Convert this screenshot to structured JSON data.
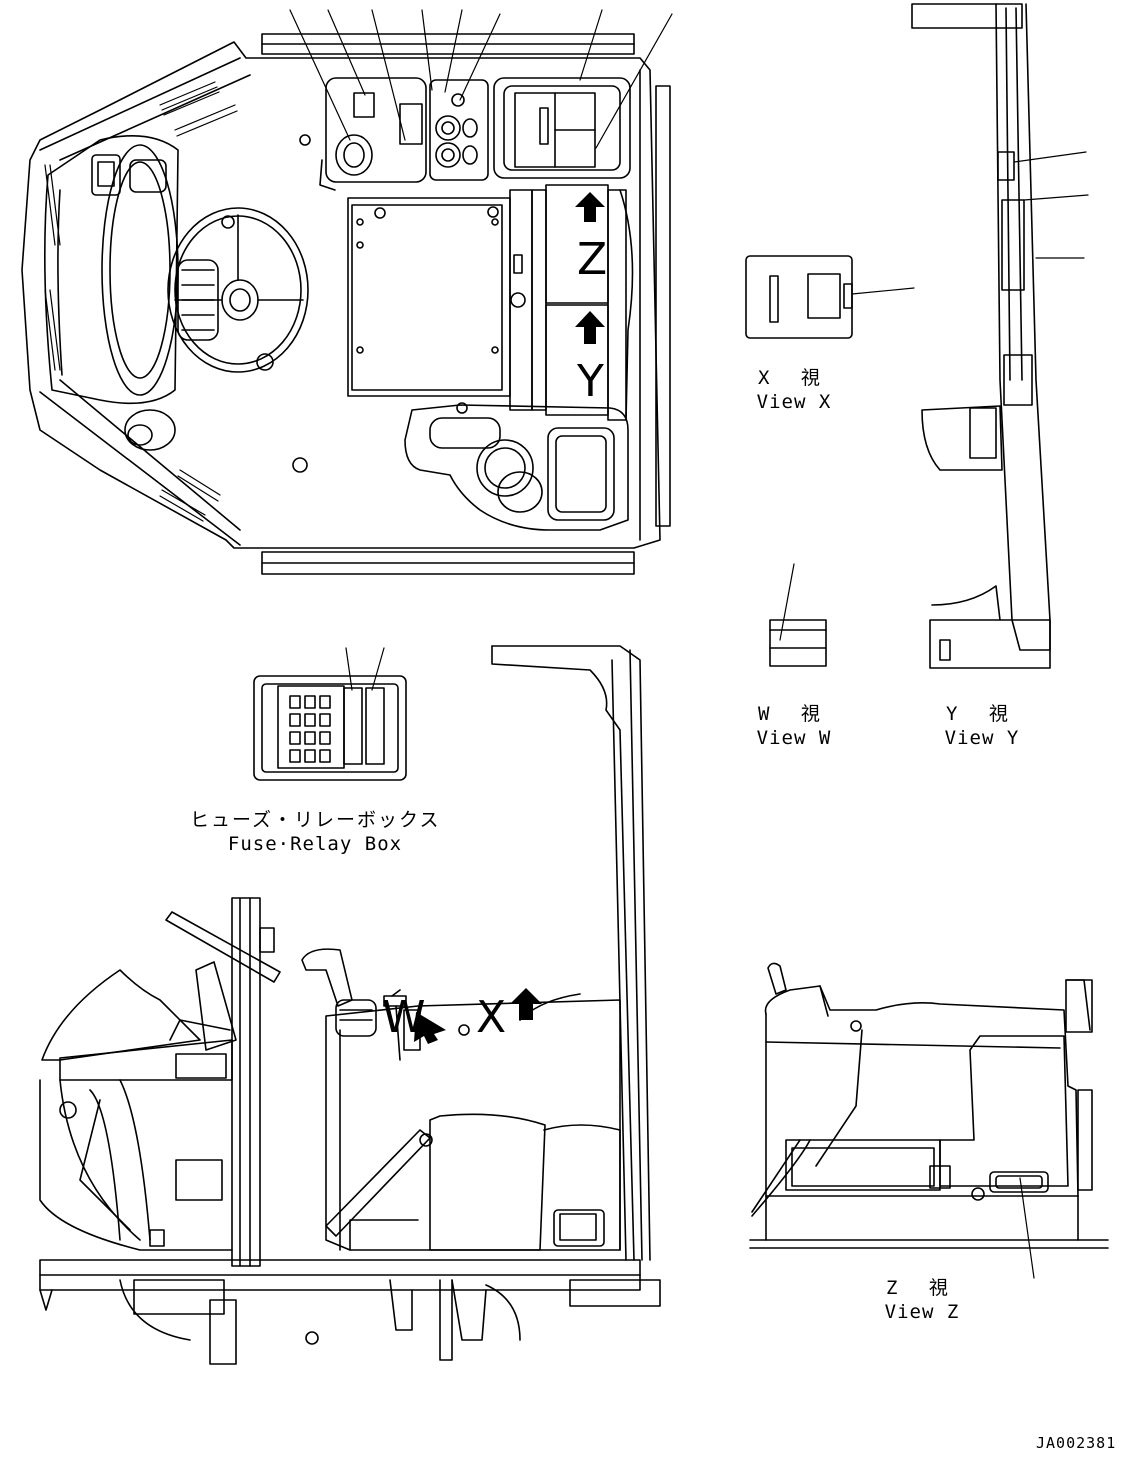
{
  "views": {
    "view_x": {
      "jp": "X 視",
      "en": "View X"
    },
    "view_w": {
      "jp": "W 視",
      "en": "View W"
    },
    "view_y": {
      "jp": "Y 視",
      "en": "View Y"
    },
    "view_z": {
      "jp": "Z 視",
      "en": "View Z"
    },
    "fuse_box": {
      "jp": "ヒューズ・リレーボックス",
      "en": "Fuse·Relay Box"
    }
  },
  "arrow_labels": {
    "z": "Z",
    "y": "Y",
    "w": "W",
    "x": "X"
  },
  "drawing_code": "JA002381"
}
